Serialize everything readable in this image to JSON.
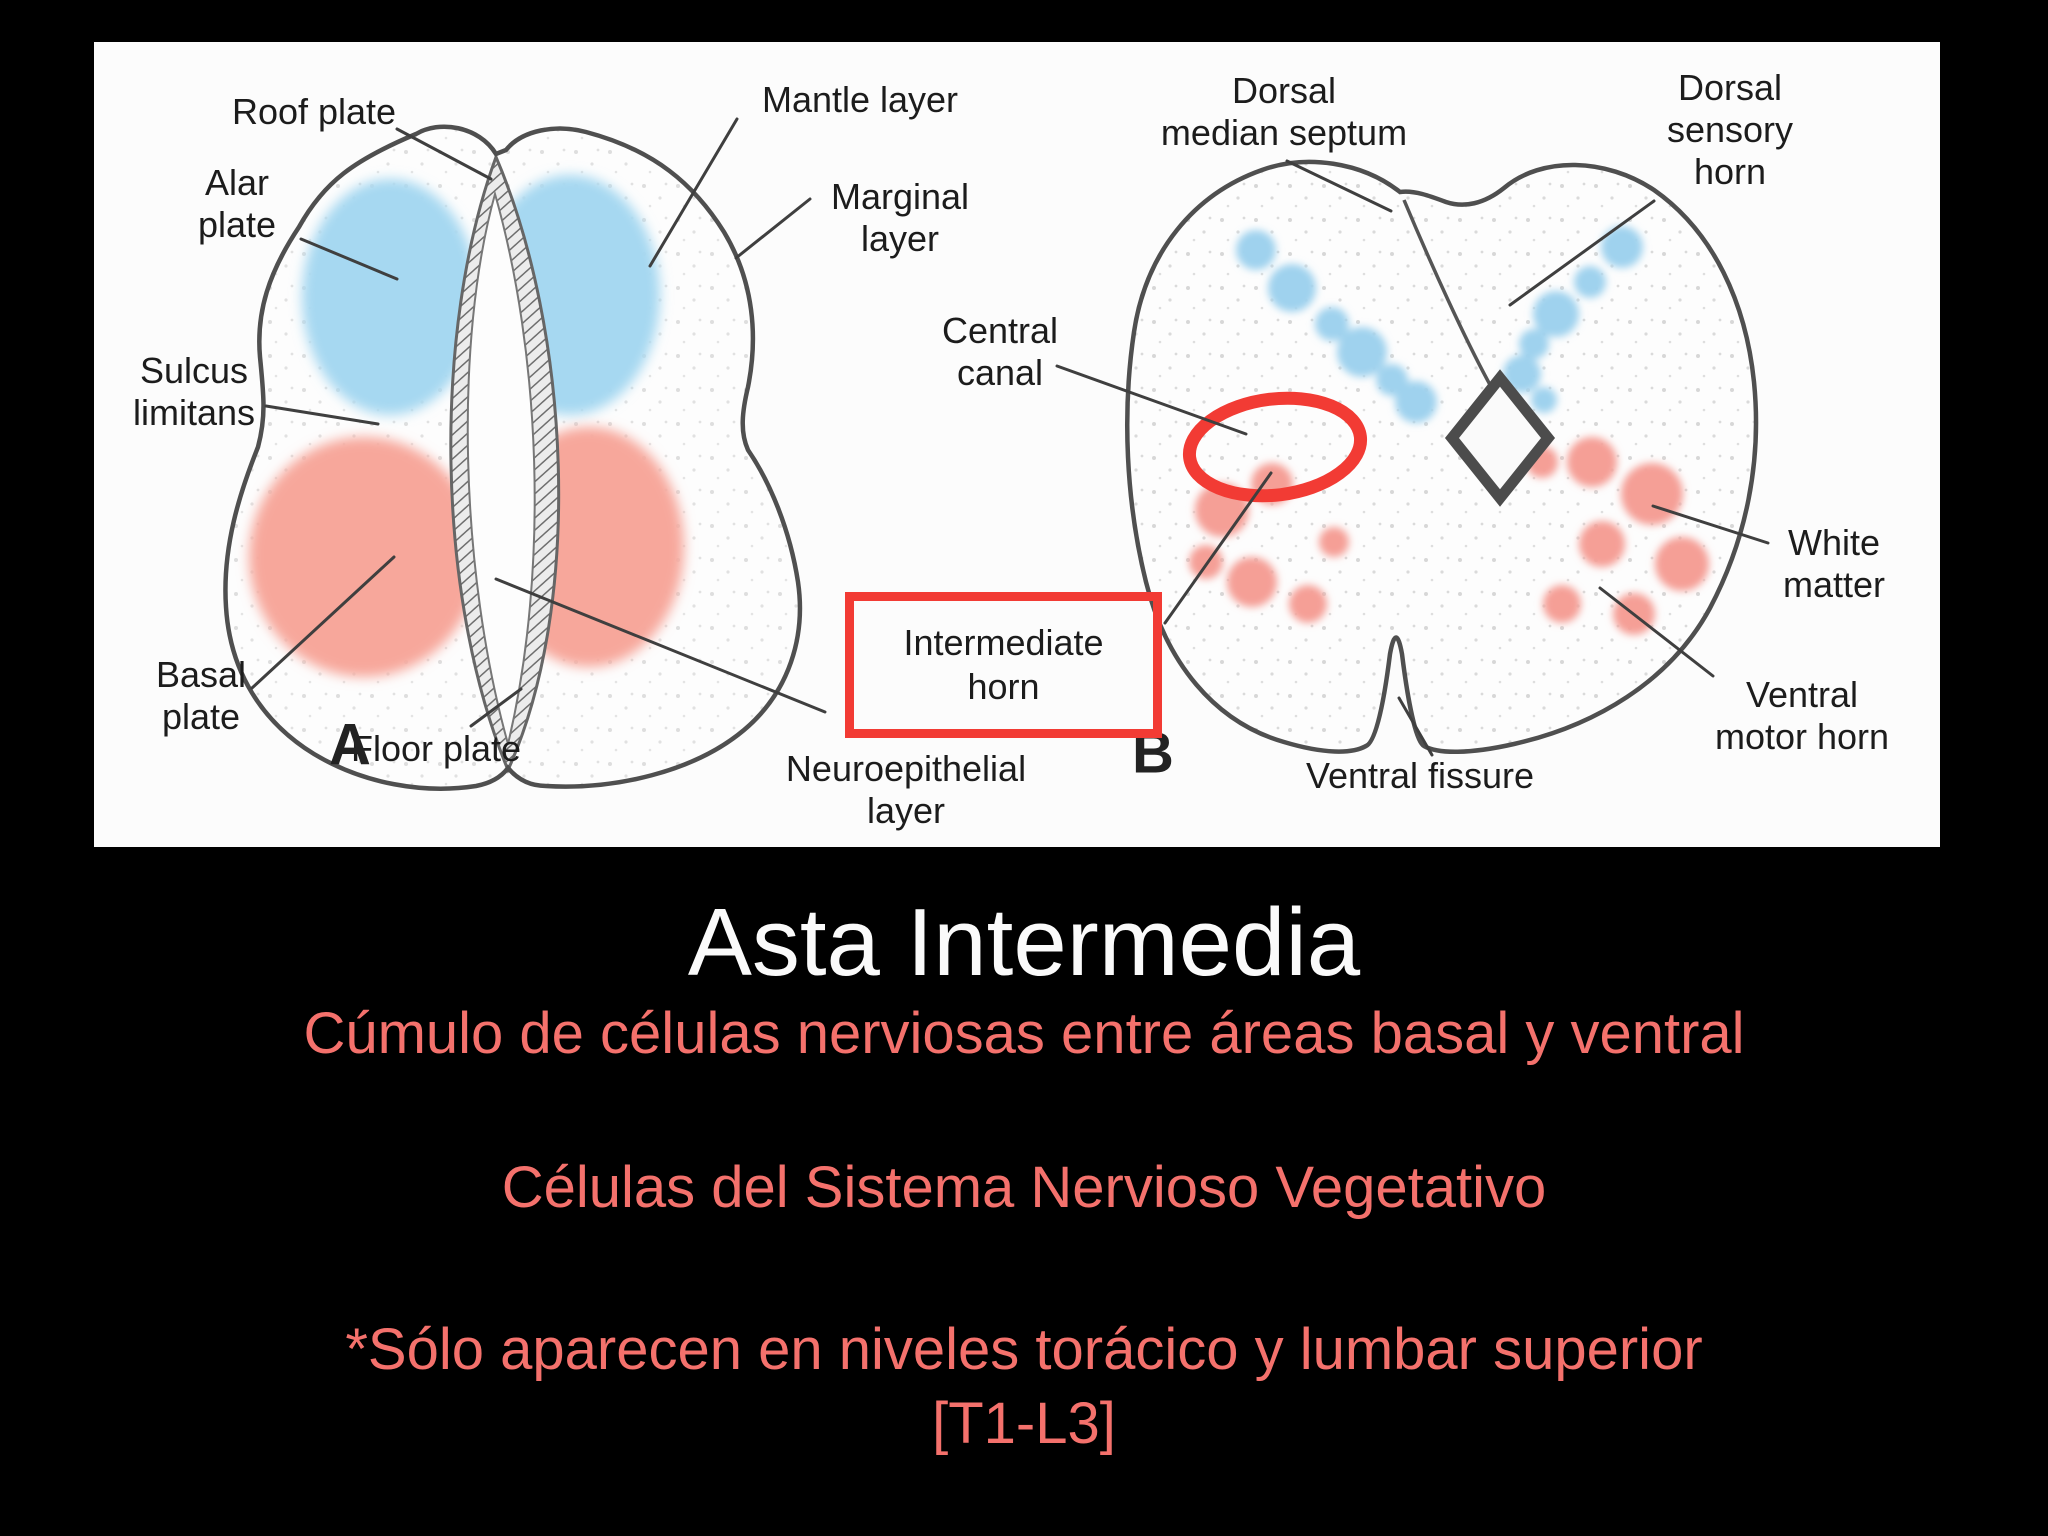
{
  "diagram_panel": {
    "background": "#fcfcfc",
    "highlight_color": "#f23b34",
    "colors": {
      "alar_blue": "#a6d8f1",
      "basal_pink": "#f7a79b",
      "outline_gray": "#4f4f4f",
      "label_ink": "#1c1c1c"
    },
    "labels": {
      "roof_plate": [
        "Roof plate"
      ],
      "alar_plate": [
        "Alar",
        "plate"
      ],
      "sulcus_limitans": [
        "Sulcus",
        "limitans"
      ],
      "mantle_layer": [
        "Mantle layer"
      ],
      "marginal_layer": [
        "Marginal",
        "layer"
      ],
      "basal_plate": [
        "Basal",
        "plate"
      ],
      "floor_plate": [
        "Floor plate"
      ],
      "neuroepithelial_layer": [
        "Neuroepithelial",
        "layer"
      ],
      "intermediate_horn": [
        "Intermediate",
        "horn"
      ],
      "central_canal": [
        "Central",
        "canal"
      ],
      "dorsal_median_septum": [
        "Dorsal",
        "median septum"
      ],
      "dorsal_sensory_horn": [
        "Dorsal",
        "sensory",
        "horn"
      ],
      "white_matter": [
        "White",
        "matter"
      ],
      "ventral_motor_horn": [
        "Ventral",
        "motor horn"
      ],
      "ventral_fissure": [
        "Ventral fissure"
      ],
      "section_a": "A",
      "section_b": "B"
    }
  },
  "caption": {
    "title": "Asta Intermedia",
    "title_color": "#fafafa",
    "body_color": "#f4716c",
    "background": "#000000",
    "subtitle": "Cúmulo de células nerviosas entre áreas basal y ventral",
    "line2": "Células del Sistema Nervioso Vegetativo",
    "line3": "*Sólo aparecen en niveles torácico y lumbar superior",
    "line4": "[T1-L3]"
  }
}
